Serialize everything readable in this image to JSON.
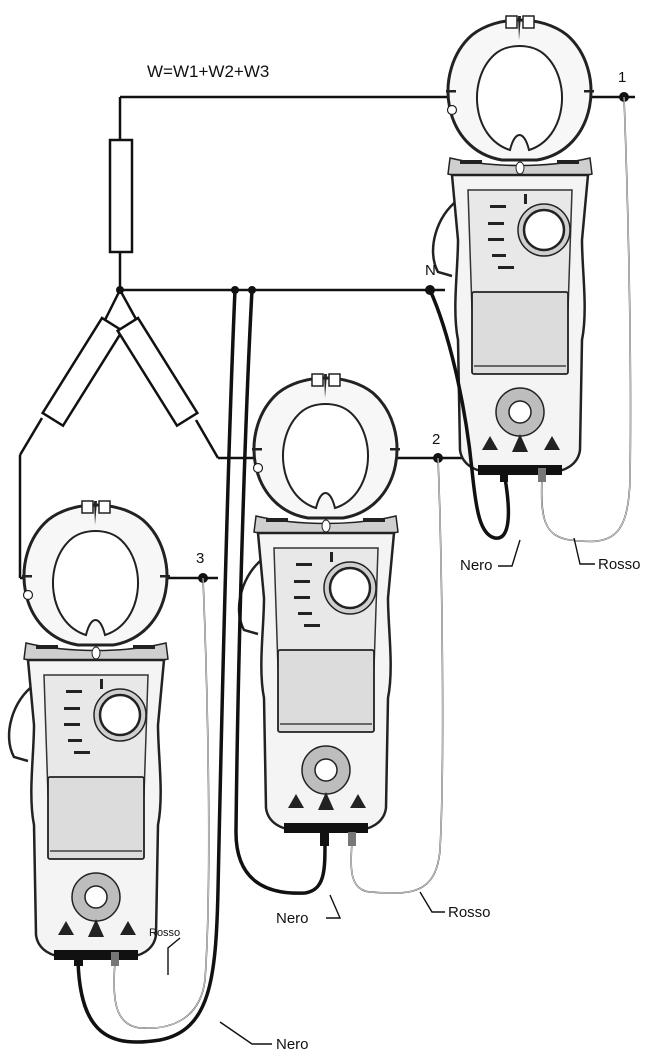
{
  "formula": "W=W1+W2+W3",
  "nodes": {
    "phase_1": "1",
    "phase_2": "2",
    "phase_3": "3",
    "neutral": "N"
  },
  "leads": {
    "meter_1": {
      "black": "Nero",
      "red": "Rosso"
    },
    "meter_2": {
      "black": "Nero",
      "red": "Rosso"
    },
    "meter_3": {
      "black": "Nero",
      "red": "Rosso"
    }
  }
}
